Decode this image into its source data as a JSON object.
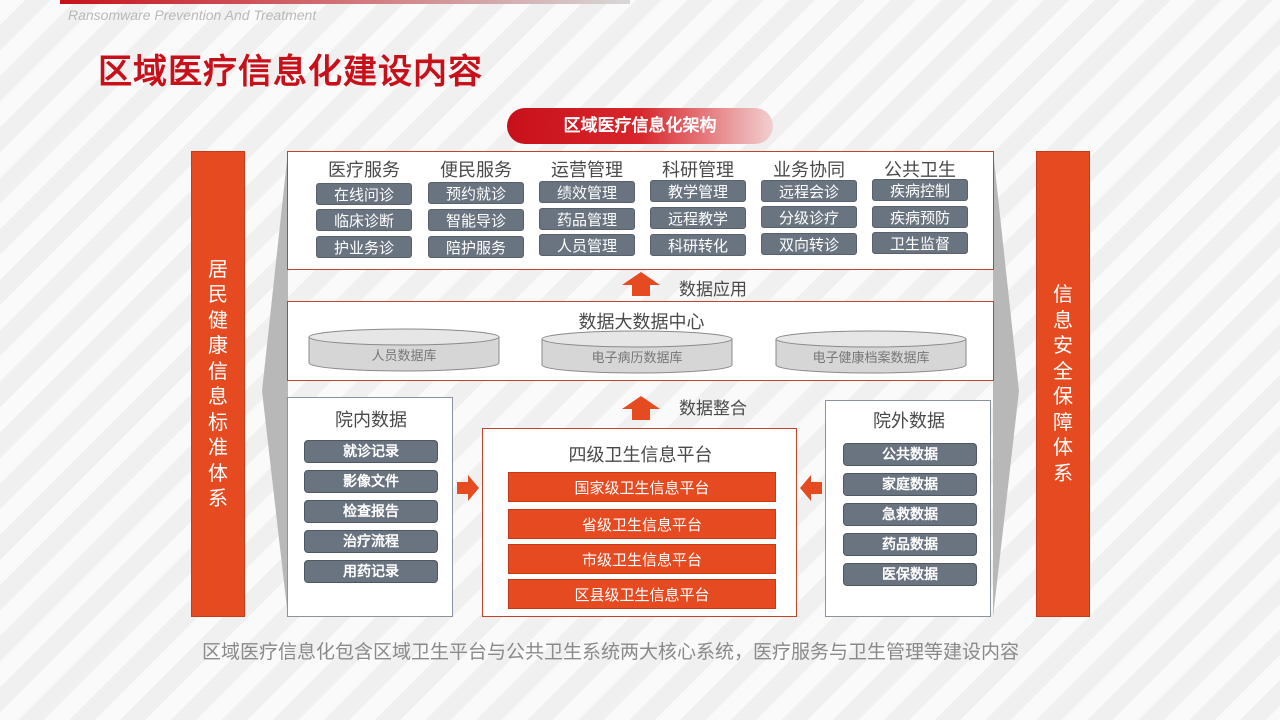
{
  "header": {
    "subtitle": "Ransomware Prevention And Treatment",
    "title": "区域医疗信息化建设内容"
  },
  "architecture_label": "区域医疗信息化架构",
  "left_sidebar": [
    "居",
    "民",
    "健",
    "康",
    "信",
    "息",
    "标",
    "准",
    "体",
    "系"
  ],
  "right_sidebar": [
    "信",
    "息",
    "安",
    "全",
    "保",
    "障",
    "体",
    "系"
  ],
  "applications": {
    "columns": [
      {
        "heading": "医疗服务",
        "items": [
          "在线问诊",
          "临床诊断",
          "护业务诊"
        ]
      },
      {
        "heading": "便民服务",
        "items": [
          "预约就诊",
          "智能导诊",
          "陪护服务"
        ]
      },
      {
        "heading": "运营管理",
        "items": [
          "绩效管理",
          "药品管理",
          "人员管理"
        ]
      },
      {
        "heading": "科研管理",
        "items": [
          "教学管理",
          "远程教学",
          "科研转化"
        ]
      },
      {
        "heading": "业务协同",
        "items": [
          "远程会诊",
          "分级诊疗",
          "双向转诊"
        ]
      },
      {
        "heading": "公共卫生",
        "items": [
          "疾病控制",
          "疾病预防",
          "卫生监督"
        ]
      }
    ]
  },
  "arrow_labels": {
    "application": "数据应用",
    "integration": "数据整合"
  },
  "data_center": {
    "title": "数据大数据中心",
    "databases": [
      "人员数据库",
      "电子病历数据库",
      "电子健康档案数据库"
    ]
  },
  "internal_data": {
    "title": "院内数据",
    "items": [
      "就诊记录",
      "影像文件",
      "检查报告",
      "治疗流程",
      "用药记录"
    ]
  },
  "platform": {
    "title": "四级卫生信息平台",
    "levels": [
      "国家级卫生信息平台",
      "省级卫生信息平台",
      "市级卫生信息平台",
      "区县级卫生信息平台"
    ]
  },
  "external_data": {
    "title": "院外数据",
    "items": [
      "公共数据",
      "家庭数据",
      "急救数据",
      "药品数据",
      "医保数据"
    ]
  },
  "footer": "区域医疗信息化包含区域卫生平台与公共卫生系统两大核心系统，医疗服务与卫生管理等建设内容",
  "colors": {
    "accent_red": "#c8101a",
    "orange": "#e64a20",
    "slate": "#6a7480"
  }
}
